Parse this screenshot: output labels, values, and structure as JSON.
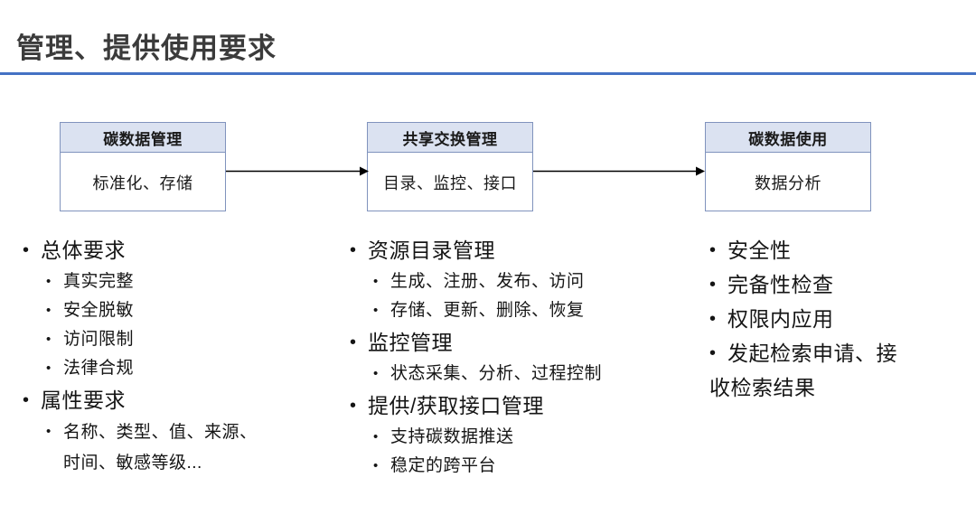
{
  "slide": {
    "title": "管理、提供使用要求",
    "rule_color": "#4472C4",
    "header_fill": "#DBE2F1",
    "box_border": "#8093BD"
  },
  "flow": {
    "boxes": [
      {
        "header": "碳数据管理",
        "body": "标准化、存储"
      },
      {
        "header": "共享交换管理",
        "body": "目录、监控、接口"
      },
      {
        "header": "碳数据使用",
        "body": "数据分析"
      }
    ],
    "arrows": [
      {
        "name": "arrow-box1-to-box2"
      },
      {
        "name": "arrow-box2-to-box3"
      }
    ]
  },
  "columns": {
    "left": {
      "items": [
        {
          "level": 1,
          "text": "总体要求"
        },
        {
          "level": 2,
          "text": "真实完整"
        },
        {
          "level": 2,
          "text": "安全脱敏"
        },
        {
          "level": 2,
          "text": "访问限制"
        },
        {
          "level": 2,
          "text": "法律合规"
        },
        {
          "level": 1,
          "text": "属性要求"
        },
        {
          "level": 2,
          "text": "名称、类型、值、来源、",
          "text2": "时间、敏感等级..."
        }
      ]
    },
    "middle": {
      "items": [
        {
          "level": 1,
          "text": "资源目录管理"
        },
        {
          "level": 2,
          "text": "生成、注册、发布、访问"
        },
        {
          "level": 2,
          "text": "存储、更新、删除、恢复"
        },
        {
          "level": 1,
          "text": "监控管理"
        },
        {
          "level": 2,
          "text": "状态采集、分析、过程控制"
        },
        {
          "level": 1,
          "text": "提供/获取接口管理"
        },
        {
          "level": 2,
          "text": "支持碳数据推送"
        },
        {
          "level": 2,
          "text": "稳定的跨平台"
        }
      ]
    },
    "right": {
      "items": [
        {
          "level": 1,
          "text": "安全性"
        },
        {
          "level": 1,
          "text": "完备性检查"
        },
        {
          "level": 1,
          "text": "权限内应用"
        },
        {
          "level": 1,
          "text": "发起检索申请、接",
          "text2": "收检索结果"
        }
      ]
    }
  }
}
